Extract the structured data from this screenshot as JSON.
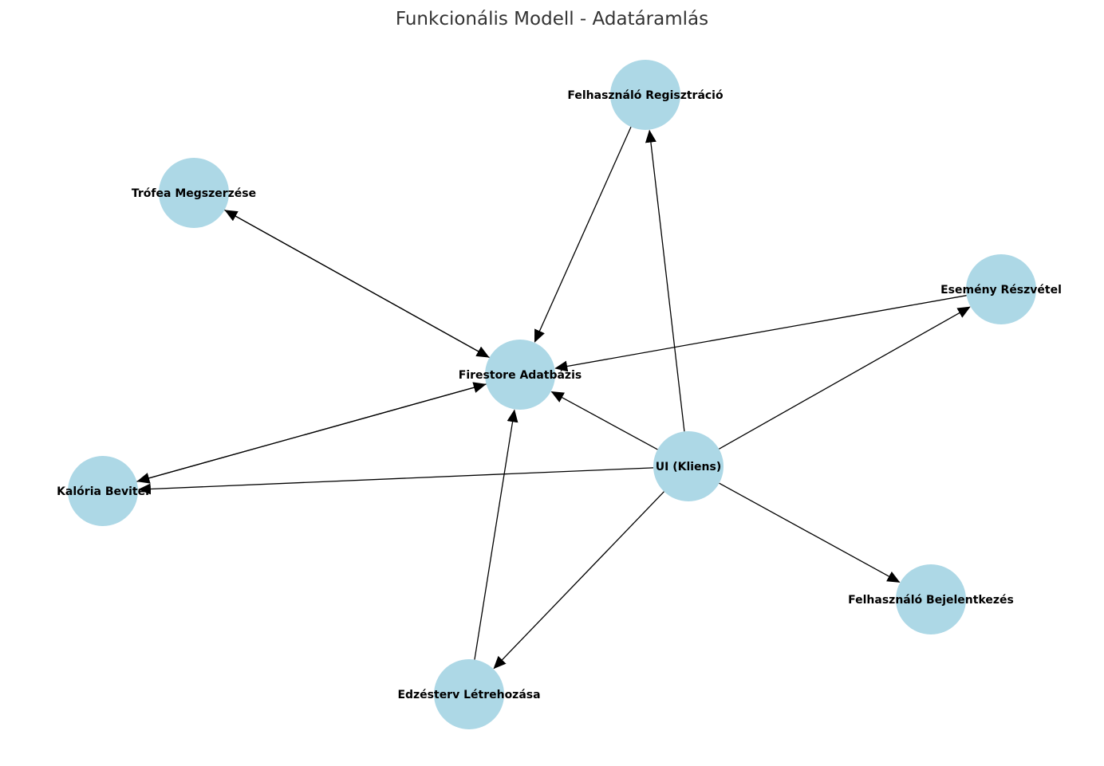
{
  "diagram": {
    "title": "Funkcionális Modell - Adatáramlás",
    "node_color": "#add8e6",
    "edge_color": "#000000",
    "nodes": [
      {
        "id": "ui",
        "label": "UI (Kliens)"
      },
      {
        "id": "firestore",
        "label": "Firestore Adatbázis"
      },
      {
        "id": "registration",
        "label": "Felhasználó Regisztráció"
      },
      {
        "id": "login",
        "label": "Felhasználó Bejelentkezés"
      },
      {
        "id": "trophy",
        "label": "Trófea Megszerzése"
      },
      {
        "id": "event",
        "label": "Esemény Részvétel"
      },
      {
        "id": "calorie",
        "label": "Kalória Bevitel"
      },
      {
        "id": "workout",
        "label": "Edzésterv Létrehozása"
      }
    ],
    "edges": [
      {
        "from": "ui",
        "to": "registration"
      },
      {
        "from": "ui",
        "to": "login"
      },
      {
        "from": "ui",
        "to": "event"
      },
      {
        "from": "ui",
        "to": "calorie"
      },
      {
        "from": "ui",
        "to": "workout"
      },
      {
        "from": "ui",
        "to": "firestore"
      },
      {
        "from": "registration",
        "to": "firestore"
      },
      {
        "from": "event",
        "to": "firestore"
      },
      {
        "from": "workout",
        "to": "firestore"
      },
      {
        "from": "trophy",
        "to": "firestore"
      },
      {
        "from": "firestore",
        "to": "trophy"
      },
      {
        "from": "calorie",
        "to": "firestore"
      },
      {
        "from": "firestore",
        "to": "calorie"
      }
    ]
  }
}
